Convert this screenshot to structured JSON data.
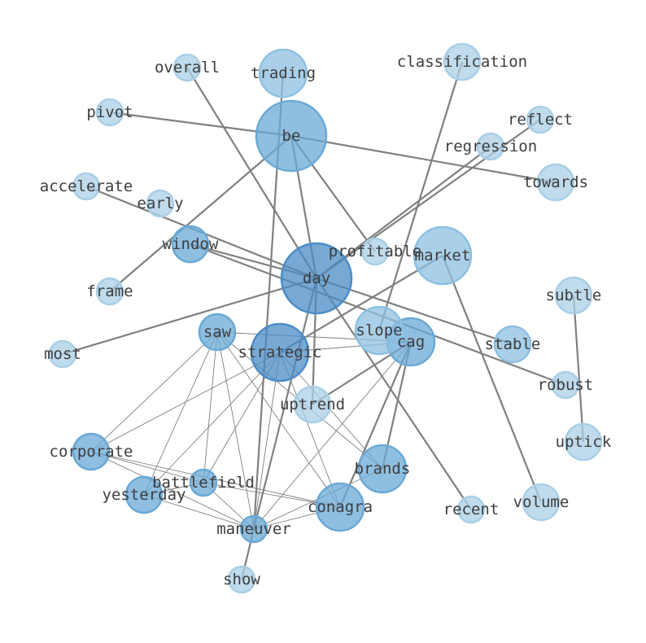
{
  "colors": {
    "edge": "#808080",
    "light": "#a9cfe6",
    "mid": "#8ec0e1",
    "medium": "#6aa9d6",
    "dark": "#4b8cc6",
    "label": "#3d3d3d"
  },
  "nodes": [
    {
      "id": "day",
      "label": "day",
      "size": "xl",
      "tone": "dark"
    },
    {
      "id": "be",
      "label": "be",
      "size": "xl",
      "tone": "medium"
    },
    {
      "id": "market",
      "label": "market",
      "size": "lg",
      "tone": "mid"
    },
    {
      "id": "strategic",
      "label": "strategic",
      "size": "lg",
      "tone": "dark"
    },
    {
      "id": "brands",
      "label": "brands",
      "size": "md",
      "tone": "medium"
    },
    {
      "id": "conagra",
      "label": "conagra",
      "size": "md",
      "tone": "medium"
    },
    {
      "id": "cag",
      "label": "cag",
      "size": "md",
      "tone": "medium"
    },
    {
      "id": "slope",
      "label": "slope",
      "size": "md",
      "tone": "mid"
    },
    {
      "id": "trading",
      "label": "trading",
      "size": "md",
      "tone": "mid"
    },
    {
      "id": "window",
      "label": "window",
      "size": "sm",
      "tone": "medium"
    },
    {
      "id": "saw",
      "label": "saw",
      "size": "sm",
      "tone": "medium"
    },
    {
      "id": "corporate",
      "label": "corporate",
      "size": "sm",
      "tone": "medium"
    },
    {
      "id": "yesterday",
      "label": "yesterday",
      "size": "sm",
      "tone": "medium"
    },
    {
      "id": "battlefield",
      "label": "battlefield",
      "size": "xs",
      "tone": "medium"
    },
    {
      "id": "maneuver",
      "label": "maneuver",
      "size": "xs",
      "tone": "medium"
    },
    {
      "id": "uptrend",
      "label": "uptrend",
      "size": "sm",
      "tone": "light"
    },
    {
      "id": "stable",
      "label": "stable",
      "size": "sm",
      "tone": "mid"
    },
    {
      "id": "classification",
      "label": "classification",
      "size": "sm",
      "tone": "light"
    },
    {
      "id": "towards",
      "label": "towards",
      "size": "sm",
      "tone": "light"
    },
    {
      "id": "subtle",
      "label": "subtle",
      "size": "sm",
      "tone": "light"
    },
    {
      "id": "uptick",
      "label": "uptick",
      "size": "sm",
      "tone": "light"
    },
    {
      "id": "volume",
      "label": "volume",
      "size": "sm",
      "tone": "light"
    },
    {
      "id": "overall",
      "label": "overall",
      "size": "xs",
      "tone": "light"
    },
    {
      "id": "pivot",
      "label": "pivot",
      "size": "xs",
      "tone": "light"
    },
    {
      "id": "reflect",
      "label": "reflect",
      "size": "xs",
      "tone": "light"
    },
    {
      "id": "regression",
      "label": "regression",
      "size": "xs",
      "tone": "light"
    },
    {
      "id": "accelerate",
      "label": "accelerate",
      "size": "xs",
      "tone": "light"
    },
    {
      "id": "early",
      "label": "early",
      "size": "xs",
      "tone": "light"
    },
    {
      "id": "profitable",
      "label": "profitable",
      "size": "xs",
      "tone": "light"
    },
    {
      "id": "frame",
      "label": "frame",
      "size": "xs",
      "tone": "light"
    },
    {
      "id": "most",
      "label": "most",
      "size": "xs",
      "tone": "light"
    },
    {
      "id": "robust",
      "label": "robust",
      "size": "xs",
      "tone": "light"
    },
    {
      "id": "recent",
      "label": "recent",
      "size": "xs",
      "tone": "light"
    },
    {
      "id": "show",
      "label": "show",
      "size": "xs",
      "tone": "light"
    }
  ],
  "edges": [
    {
      "source": "day",
      "target": "overall",
      "weight": "heavy"
    },
    {
      "source": "day",
      "target": "be",
      "weight": "heavy"
    },
    {
      "source": "day",
      "target": "accelerate",
      "weight": "heavy"
    },
    {
      "source": "day",
      "target": "window",
      "weight": "heavy"
    },
    {
      "source": "day",
      "target": "most",
      "weight": "heavy"
    },
    {
      "source": "day",
      "target": "stable",
      "weight": "heavy"
    },
    {
      "source": "day",
      "target": "recent",
      "weight": "heavy"
    },
    {
      "source": "day",
      "target": "uptrend",
      "weight": "heavy"
    },
    {
      "source": "day",
      "target": "maneuver",
      "weight": "heavy"
    },
    {
      "source": "day",
      "target": "regression",
      "weight": "heavy"
    },
    {
      "source": "day",
      "target": "reflect",
      "weight": "heavy"
    },
    {
      "source": "be",
      "target": "pivot",
      "weight": "heavy"
    },
    {
      "source": "be",
      "target": "towards",
      "weight": "heavy"
    },
    {
      "source": "be",
      "target": "profitable",
      "weight": "heavy"
    },
    {
      "source": "be",
      "target": "frame",
      "weight": "heavy"
    },
    {
      "source": "trading",
      "target": "maneuver",
      "weight": "heavy"
    },
    {
      "source": "window",
      "target": "robust",
      "weight": "heavy"
    },
    {
      "source": "market",
      "target": "strategic",
      "weight": "heavy"
    },
    {
      "source": "market",
      "target": "volume",
      "weight": "heavy"
    },
    {
      "source": "classification",
      "target": "slope",
      "weight": "heavy"
    },
    {
      "source": "cag",
      "target": "uptrend",
      "weight": "heavy"
    },
    {
      "source": "cag",
      "target": "brands",
      "weight": "heavy"
    },
    {
      "source": "cag",
      "target": "conagra",
      "weight": "heavy"
    },
    {
      "source": "maneuver",
      "target": "show",
      "weight": "heavy"
    },
    {
      "source": "subtle",
      "target": "uptick",
      "weight": "heavy"
    },
    {
      "source": "saw",
      "target": "corporate",
      "weight": "light"
    },
    {
      "source": "saw",
      "target": "yesterday",
      "weight": "light"
    },
    {
      "source": "saw",
      "target": "battlefield",
      "weight": "light"
    },
    {
      "source": "saw",
      "target": "maneuver",
      "weight": "light"
    },
    {
      "source": "saw",
      "target": "conagra",
      "weight": "light"
    },
    {
      "source": "saw",
      "target": "brands",
      "weight": "light"
    },
    {
      "source": "saw",
      "target": "cag",
      "weight": "light"
    },
    {
      "source": "strategic",
      "target": "corporate",
      "weight": "light"
    },
    {
      "source": "strategic",
      "target": "yesterday",
      "weight": "light"
    },
    {
      "source": "strategic",
      "target": "battlefield",
      "weight": "light"
    },
    {
      "source": "strategic",
      "target": "maneuver",
      "weight": "light"
    },
    {
      "source": "strategic",
      "target": "conagra",
      "weight": "light"
    },
    {
      "source": "strategic",
      "target": "brands",
      "weight": "light"
    },
    {
      "source": "strategic",
      "target": "cag",
      "weight": "light"
    },
    {
      "source": "corporate",
      "target": "battlefield",
      "weight": "light"
    },
    {
      "source": "corporate",
      "target": "maneuver",
      "weight": "light"
    },
    {
      "source": "corporate",
      "target": "conagra",
      "weight": "light"
    },
    {
      "source": "yesterday",
      "target": "battlefield",
      "weight": "light"
    },
    {
      "source": "yesterday",
      "target": "maneuver",
      "weight": "light"
    },
    {
      "source": "battlefield",
      "target": "maneuver",
      "weight": "light"
    },
    {
      "source": "battlefield",
      "target": "conagra",
      "weight": "light"
    },
    {
      "source": "maneuver",
      "target": "conagra",
      "weight": "light"
    },
    {
      "source": "maneuver",
      "target": "brands",
      "weight": "light"
    },
    {
      "source": "maneuver",
      "target": "cag",
      "weight": "light"
    }
  ]
}
